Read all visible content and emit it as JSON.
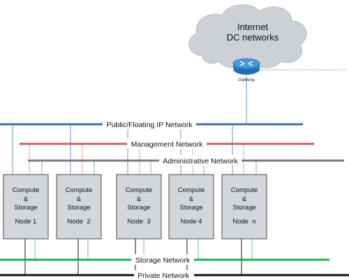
{
  "cloud": {
    "line1": "Internet",
    "line2": "DC networks"
  },
  "gateway": {
    "label": "Gateway",
    "icon": "router-icon"
  },
  "networks": {
    "public": "Public/Floating IP Network",
    "management": "Management Network",
    "administrative": "Administrative Network",
    "storage": "Storage Network",
    "private": "Private Network"
  },
  "nodes": [
    {
      "line1": "Compute",
      "line2": "&",
      "line3": "Storage",
      "line4": "Node 1"
    },
    {
      "line1": "Compute",
      "line2": "&",
      "line3": "Storage",
      "line4": "Node  2"
    },
    {
      "line1": "Compute",
      "line2": "&",
      "line3": "Storage",
      "line4": "Node  3"
    },
    {
      "line1": "Compute",
      "line2": "&",
      "line3": "Storage",
      "line4": "Node 4"
    },
    {
      "line1": "Compute",
      "line2": "&",
      "line3": "Storage",
      "line4": "Node  n"
    }
  ],
  "colors": {
    "public": "#3f6fb0",
    "public_drop": "#6a94c9",
    "management": "#c46060",
    "management_drop": "#e0a0a0",
    "administrative": "#7a7a7a",
    "administrative_drop": "#a8a8a8",
    "storage": "#1fb04a",
    "storage_drop": "#6cc98a",
    "private": "#111111",
    "node_fill": "#d3d6db",
    "node_border": "#4a4a4a",
    "cloud_fill": "#cdd0d4",
    "gateway": "#2d7ec4"
  }
}
